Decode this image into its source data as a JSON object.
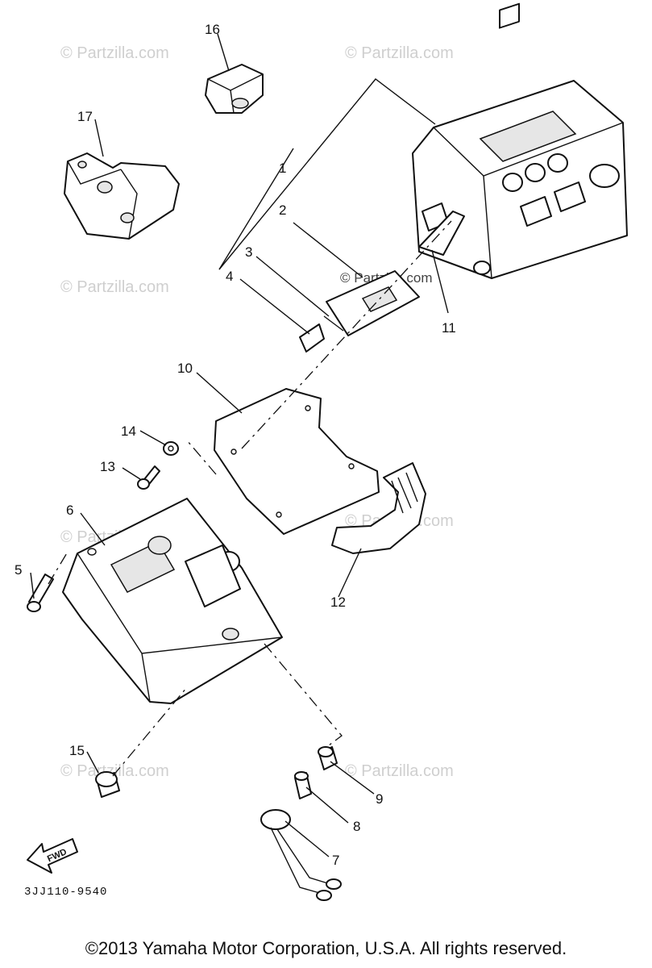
{
  "watermark": {
    "text": "© Partzilla.com",
    "center_text": "© Partzilla.com"
  },
  "callouts": [
    "1",
    "2",
    "3",
    "4",
    "5",
    "6",
    "7",
    "8",
    "9",
    "10",
    "11",
    "12",
    "13",
    "14",
    "15",
    "16",
    "17"
  ],
  "direction_arrow": {
    "label": "FWD"
  },
  "diagram_code": "3JJ110-9540",
  "copyright": "©2013  Yamaha Motor Corporation, U.S.A. All rights reserved."
}
